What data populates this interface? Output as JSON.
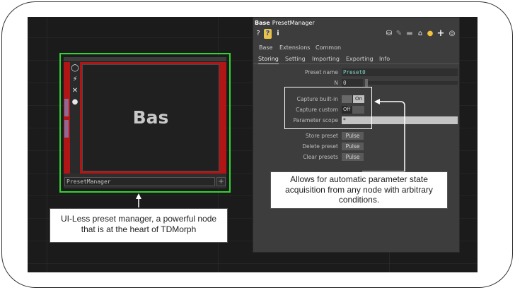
{
  "node": {
    "viewer_label": "Bas",
    "name": "PresetManager",
    "plus_label": "+",
    "side_icons": [
      "circle-icon",
      "pulse-icon",
      "close-icon",
      "bomb-icon"
    ],
    "side_glyphs": [
      "◯",
      "⚡",
      "✕",
      "●"
    ]
  },
  "panel": {
    "type_label": "Base",
    "node_name": "PresetManager",
    "toolbar": {
      "help": "?",
      "help_python": "?",
      "info": "i",
      "right_icons": [
        "database-icon",
        "pencil-icon",
        "comment-icon",
        "paint-icon",
        "python-icon",
        "add-icon",
        "target-icon"
      ],
      "right_glyphs": [
        "⛁",
        "✎",
        "▬",
        "⌂",
        "●",
        "+",
        "◎"
      ]
    },
    "tabs": [
      "Base",
      "Extensions",
      "Common"
    ],
    "subtabs": [
      "Storing",
      "Setting",
      "Importing",
      "Exporting",
      "Info"
    ],
    "active_subtab": "Storing",
    "params": {
      "preset_name_label": "Preset name",
      "preset_name_value": "Preset0",
      "n_label": "N",
      "n_value": "0",
      "capture_builtin_label": "Capture built-in",
      "capture_builtin_value": "On",
      "capture_custom_label": "Capture custom",
      "capture_custom_value": "Off",
      "parameter_scope_label": "Parameter scope",
      "parameter_scope_value": "*",
      "store_preset_label": "Store preset",
      "store_preset_button": "Pulse",
      "delete_preset_label": "Delete preset",
      "delete_preset_button": "Pulse",
      "clear_presets_label": "Clear presets",
      "clear_presets_button": "Pulse"
    }
  },
  "callouts": {
    "left_line1": "UI-Less preset manager, a powerful node",
    "left_line2": "that is at the heart of TDMorph",
    "right_line1": "Allows for automatic parameter state",
    "right_line2": "acquisition from any node with arbitrary",
    "right_line3": "conditions."
  },
  "colors": {
    "node_selection": "#2fd42f",
    "node_red": "#b01616",
    "preset_name_text": "#7fd6c2",
    "background": "#1b1b1b"
  }
}
